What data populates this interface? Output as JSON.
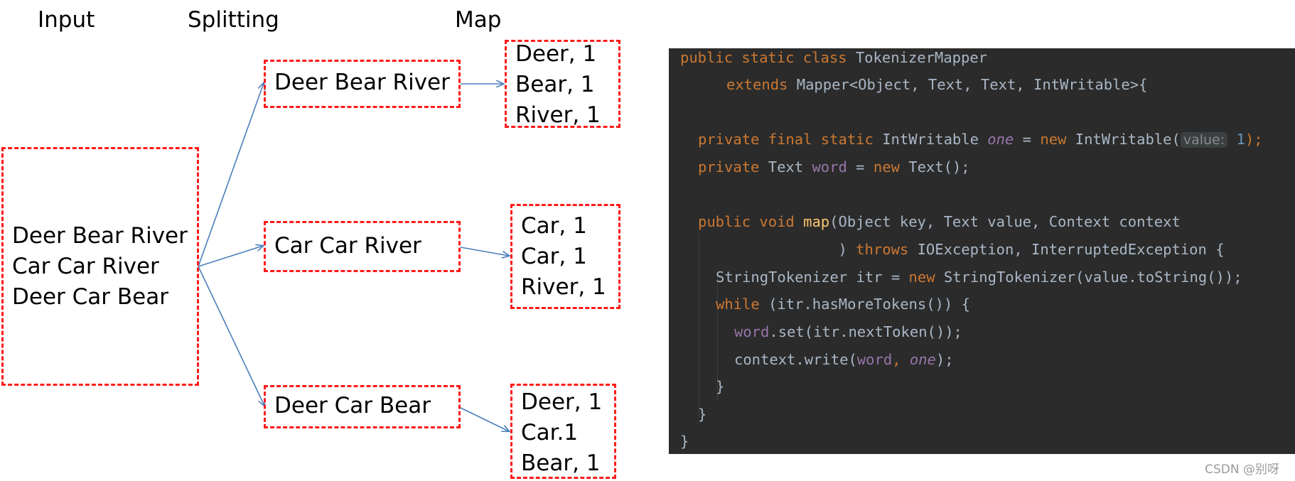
{
  "headers": {
    "input": "Input",
    "splitting": "Splitting",
    "map": "Map"
  },
  "input_box": {
    "lines": [
      "Deer Bear River",
      "Car Car River",
      "Deer Car Bear"
    ]
  },
  "split_boxes": [
    {
      "text": "Deer Bear River"
    },
    {
      "text": "Car Car River"
    },
    {
      "text": "Deer Car Bear"
    }
  ],
  "map_boxes": [
    {
      "lines": [
        "Deer, 1",
        "Bear, 1",
        "River, 1"
      ]
    },
    {
      "lines": [
        "Car, 1",
        "Car, 1",
        "River, 1"
      ]
    },
    {
      "lines": [
        "Deer, 1",
        "Car.1",
        "Bear, 1"
      ]
    }
  ],
  "colors": {
    "dashed_border": "#ff1a1a",
    "arrow": "#4a7ebb",
    "code_background": "#2b2b2b",
    "keyword": "#cc7832",
    "field": "#9876aa",
    "number": "#6897bb",
    "function": "#ffc66d",
    "plain": "#a9b7c6"
  },
  "code": {
    "language": "java",
    "lines": [
      "public static class TokenizerMapper",
      "     extends Mapper<Object, Text, Text, IntWritable>{",
      "",
      "  private final static IntWritable one = new IntWritable( value: 1);",
      "  private Text word = new Text();",
      "",
      "  public void map(Object key, Text value, Context context",
      "                  ) throws IOException, InterruptedException {",
      "    StringTokenizer itr = new StringTokenizer(value.toString());",
      "    while (itr.hasMoreTokens()) {",
      "      word.set(itr.nextToken());",
      "      context.write(word, one);",
      "    }",
      "  }",
      "}"
    ],
    "tokens": {
      "l0_kw": "public static class ",
      "l0_name": "TokenizerMapper",
      "l1_kw": "extends ",
      "l1_rest": "Mapper<Object, Text, Text, IntWritable>{",
      "l3_kw1": "private final static ",
      "l3_type": "IntWritable ",
      "l3_field": "one",
      "l3_eq": " = ",
      "l3_kw2": "new ",
      "l3_ctor": "IntWritable(",
      "l3_hint": "value:",
      "l3_num": " 1",
      "l3_end": ");",
      "l4_kw1": "private ",
      "l4_type": "Text ",
      "l4_field": "word",
      "l4_eq": " = ",
      "l4_kw2": "new ",
      "l4_end": "Text();",
      "l6_kw": "public void ",
      "l6_fn": "map",
      "l6_rest": "(Object key, Text value, Context context",
      "l7_pre": "                ) ",
      "l7_kw": "throws ",
      "l7_rest": "IOException, InterruptedException {",
      "l8_pre": "StringTokenizer itr = ",
      "l8_kw": "new ",
      "l8_rest": "StringTokenizer(value.toString());",
      "l9_kw": "while ",
      "l9_rest": "(itr.hasMoreTokens()) {",
      "l10_field": "word",
      "l10_rest": ".set(itr.nextToken());",
      "l11_pre": "context.write(",
      "l11_field": "word",
      "l11_mid": ", ",
      "l11_ital": "one",
      "l11_end": ");",
      "l12": "}",
      "l13": "}",
      "l14": "}"
    }
  },
  "watermark": "CSDN @别呀"
}
